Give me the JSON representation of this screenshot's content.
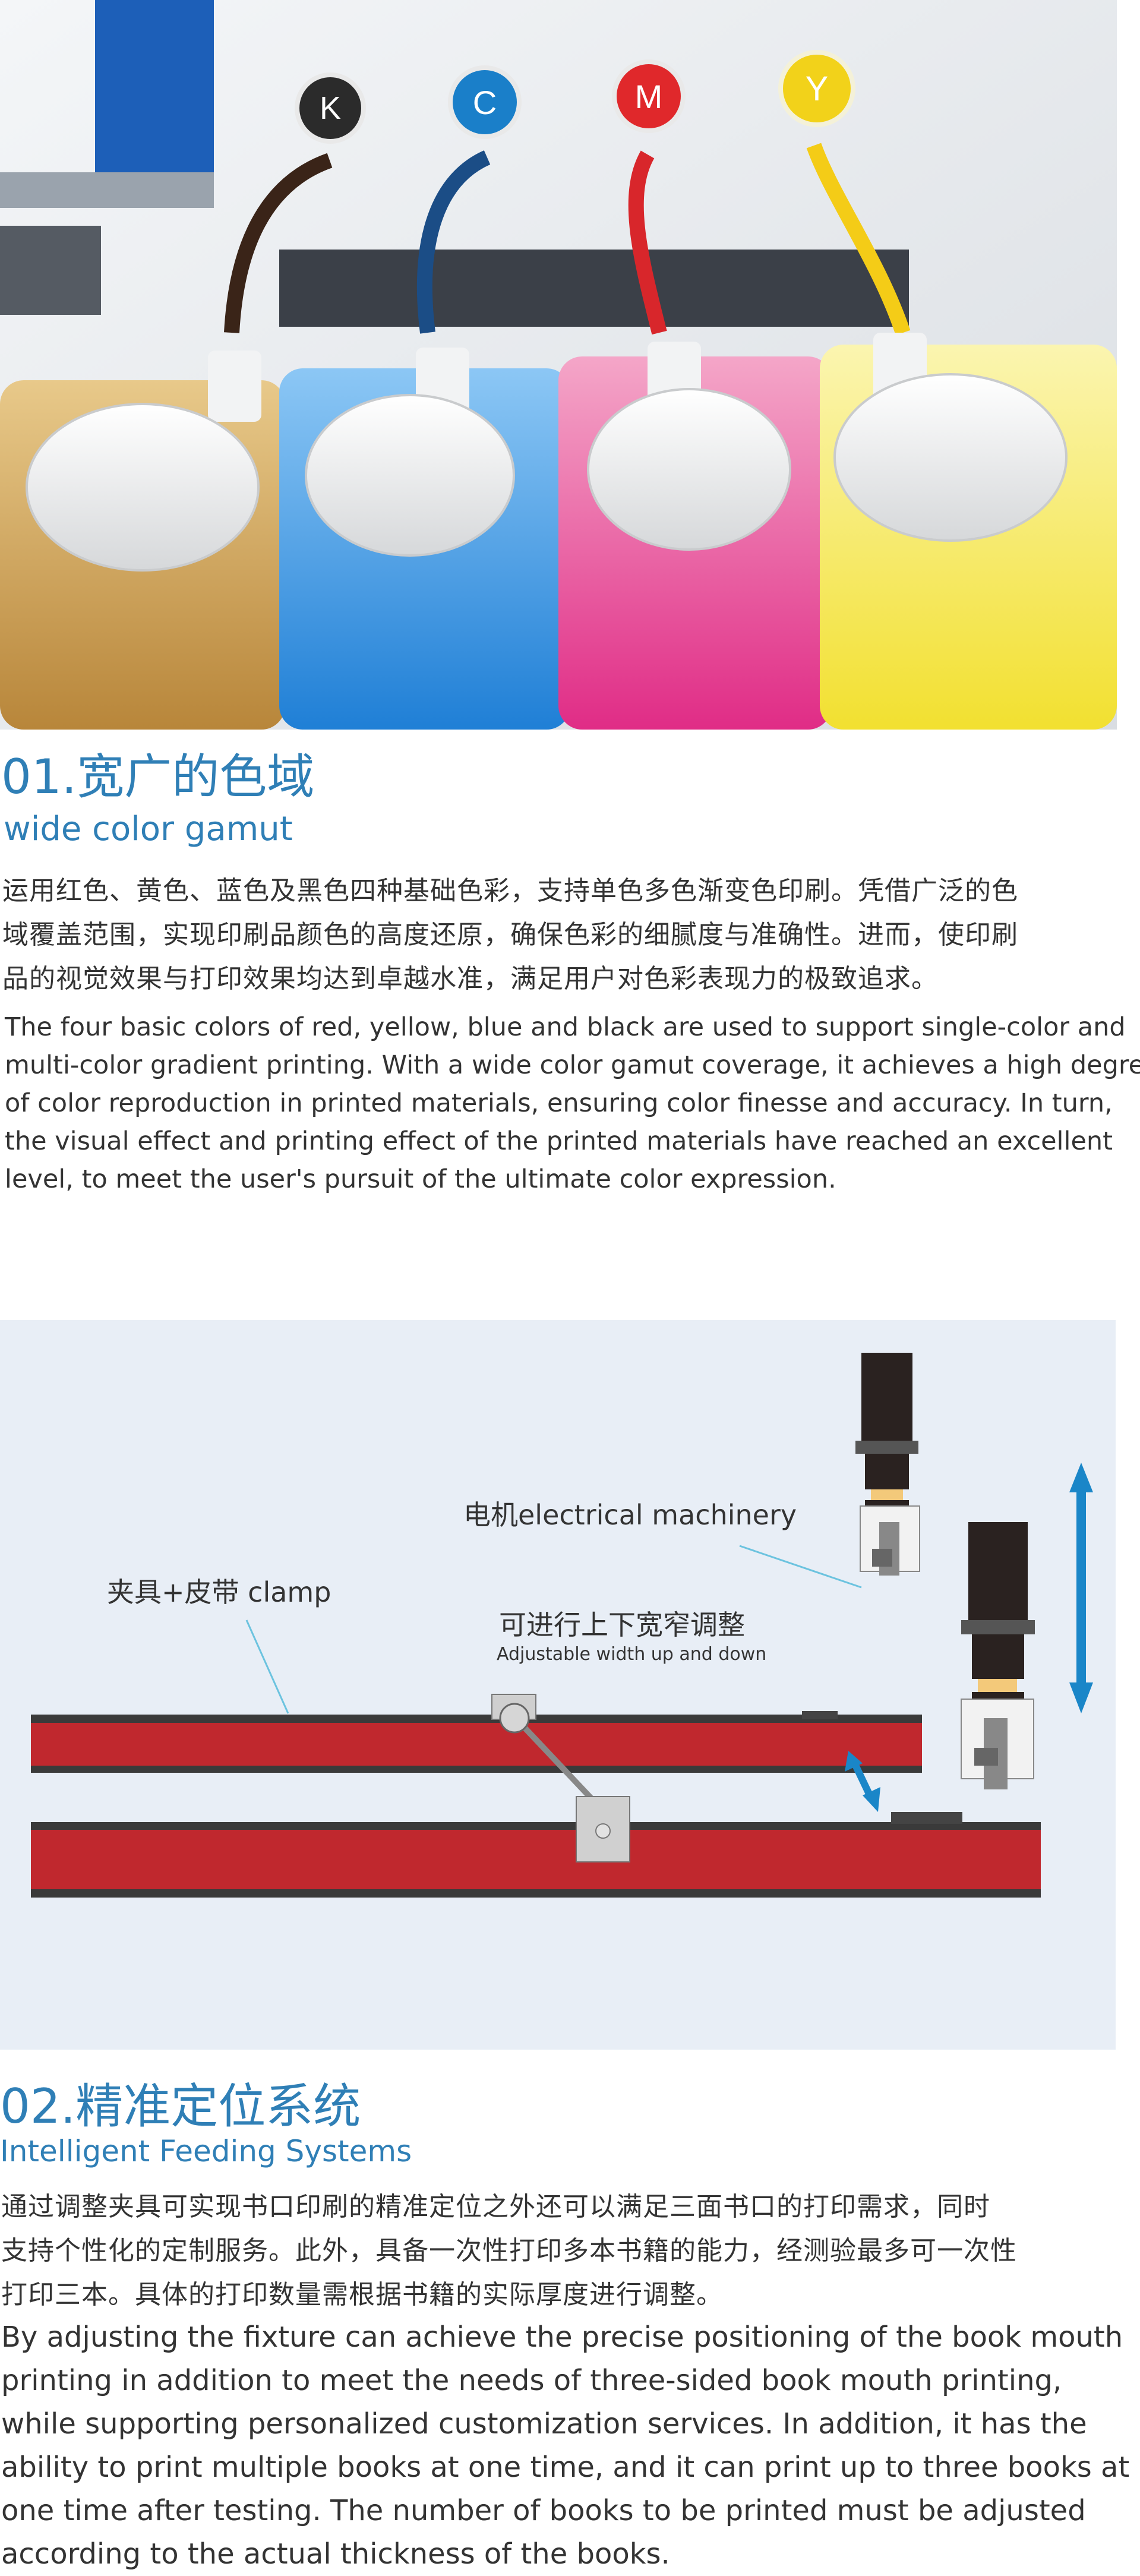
{
  "section1": {
    "photo": {
      "ink_labels": [
        "K",
        "C",
        "M",
        "Y"
      ],
      "ink_colors": [
        "#3a2a20",
        "#1a7fc9",
        "#e0282b",
        "#f2d21a"
      ],
      "bottle_colors": [
        "#c9963d",
        "#2f8ee0",
        "#e23c8e",
        "#f3e43a"
      ]
    },
    "title": "01.宽广的色域",
    "subtitle": "wide color gamut",
    "zh_lines": [
      "运用红色、黄色、蓝色及黑色四种基础色彩，支持单色多色渐变色印刷。凭借广泛的色",
      "域覆盖范围，实现印刷品颜色的高度还原，确保色彩的细腻度与准确性。进而，使印刷",
      "品的视觉效果与打印效果均达到卓越水准，满足用户对色彩表现力的极致追求。"
    ],
    "en_lines": [
      "The four basic colors of red, yellow, blue and black are used to support single-color and",
      "multi-color gradient printing. With a wide color gamut coverage, it achieves a high degree",
      "of color reproduction in printed materials, ensuring color finesse and accuracy. In turn,",
      "the visual effect and printing effect of the printed materials have reached an excellent",
      "level, to meet the user's pursuit of the ultimate color expression."
    ]
  },
  "diagram": {
    "label_motor": "电机electrical machinery",
    "label_clamp": "夹具+皮带 clamp",
    "label_adjust_zh": "可进行上下宽窄调整",
    "label_adjust_en": "Adjustable width up and down",
    "colors": {
      "background": "#e8eef6",
      "rail": "#c0282e",
      "rail_edge": "#3a3a3a",
      "arrow": "#1a86c8"
    }
  },
  "section2": {
    "title": "02.精准定位系统",
    "subtitle": "Intelligent Feeding Systems",
    "zh_lines": [
      "通过调整夹具可实现书口印刷的精准定位之外还可以满足三面书口的打印需求，同时",
      "支持个性化的定制服务。此外，具备一次性打印多本书籍的能力，经测验最多可一次性",
      "打印三本。具体的打印数量需根据书籍的实际厚度进行调整。"
    ],
    "en_lines": [
      "By adjusting the fixture can achieve the precise positioning of the book mouth",
      "printing in addition to meet the needs of three-sided book mouth printing,",
      "while supporting personalized customization services. In addition, it has the",
      "ability to print multiple books at one time, and it can print up to three books at",
      "one time after testing. The number of books to be printed must be adjusted",
      "according to the actual thickness of the books."
    ]
  }
}
